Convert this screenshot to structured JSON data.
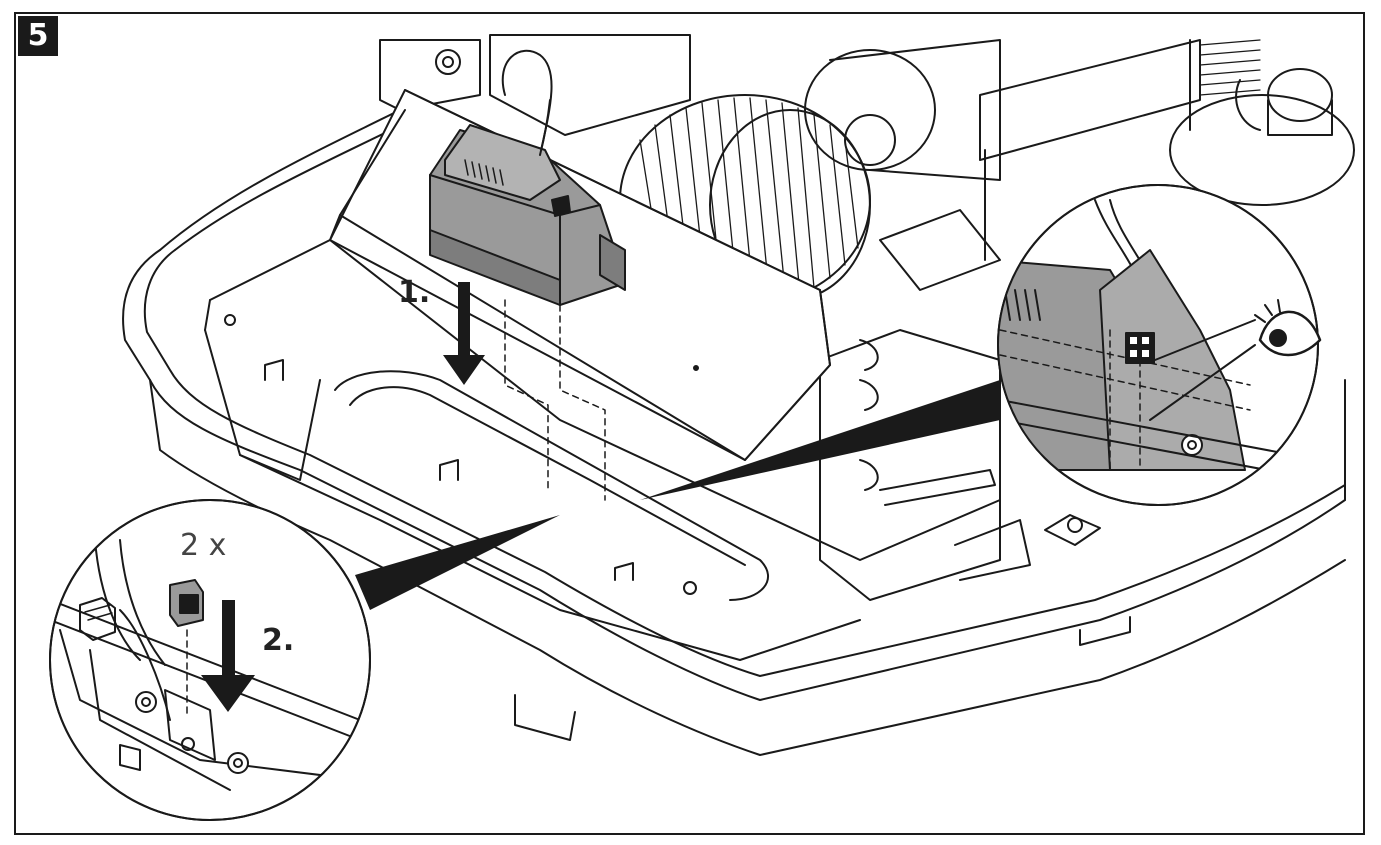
{
  "figure": {
    "step_number": "5",
    "labels": {
      "step1": "1.",
      "step2": "2.",
      "count": "2 x"
    },
    "icons": [
      "eye-icon",
      "down-arrow-icon"
    ],
    "colors": {
      "line": "#1a1a1a",
      "component_fill": "#9a9a9a",
      "component_shade": "#7d7d7d",
      "background": "#ffffff"
    }
  }
}
